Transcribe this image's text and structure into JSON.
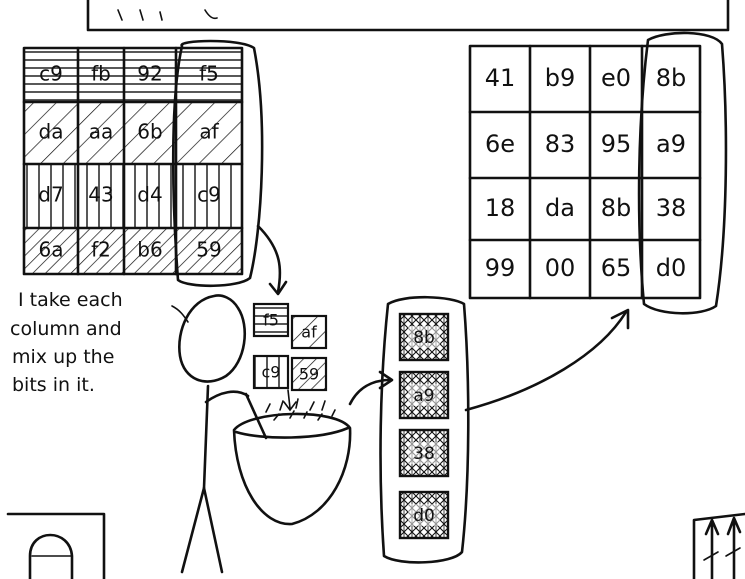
{
  "caption": {
    "lines": [
      "I take each",
      "column and",
      "mix up the",
      "bits in it."
    ]
  },
  "input_state": {
    "rows": [
      [
        "c9",
        "fb",
        "92",
        "f5"
      ],
      [
        "da",
        "aa",
        "6b",
        "af"
      ],
      [
        "d7",
        "43",
        "d4",
        "c9"
      ],
      [
        "6a",
        "f2",
        "b6",
        "59"
      ]
    ]
  },
  "bowl_input_bytes": [
    "f5",
    "af",
    "c9",
    "59"
  ],
  "mixed_column_bytes": [
    "8b",
    "a9",
    "38",
    "d0"
  ],
  "output_state": {
    "rows": [
      [
        "41",
        "b9",
        "e0",
        "8b"
      ],
      [
        "6e",
        "83",
        "95",
        "a9"
      ],
      [
        "18",
        "da",
        "8b",
        "38"
      ],
      [
        "99",
        "00",
        "65",
        "d0"
      ]
    ]
  }
}
